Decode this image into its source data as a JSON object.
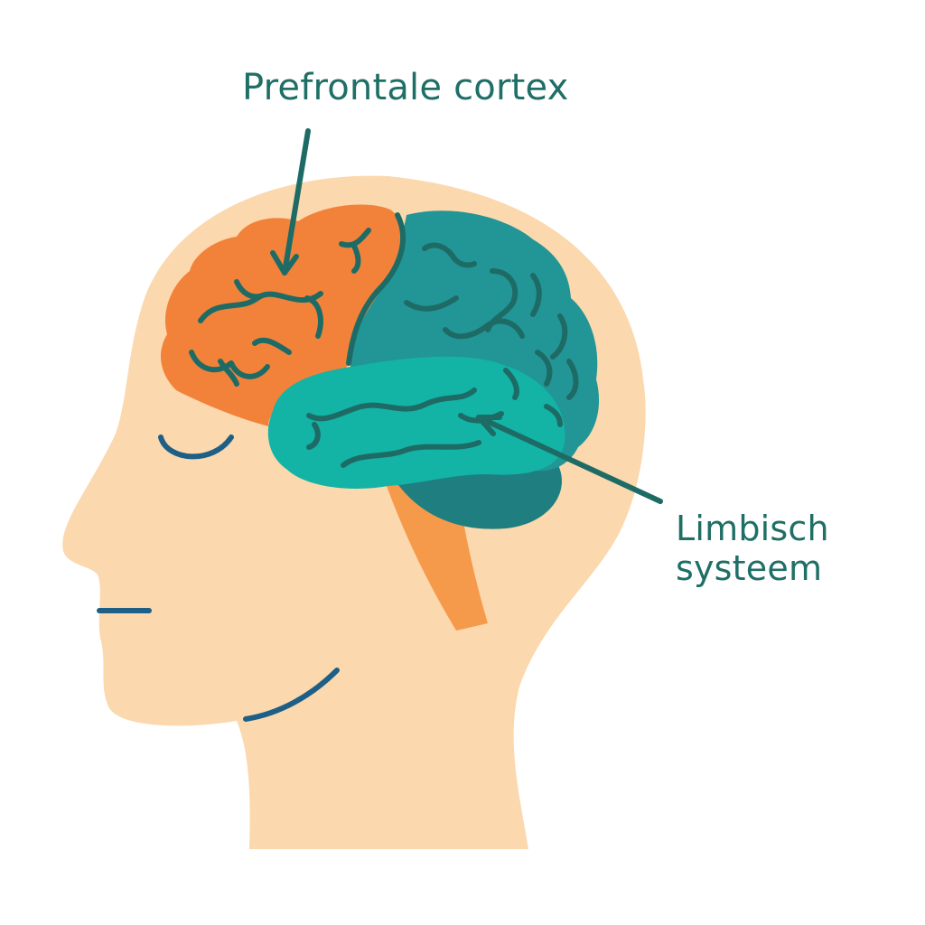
{
  "labels": {
    "prefrontal_cortex": "Prefrontale cortex",
    "limbic_system_line1": "Limbisch",
    "limbic_system_line2": "systeem"
  },
  "colors": {
    "skin": "#fbd8ad",
    "prefrontal": "#f2823a",
    "cortex_teal": "#229596",
    "limbic": "#13b3a6",
    "cerebellum": "#1f7e80",
    "brainstem": "#f59a4a",
    "outline": "#1e6b66",
    "face_lines": "#1d5f86",
    "label_text": "#1f6f66"
  }
}
